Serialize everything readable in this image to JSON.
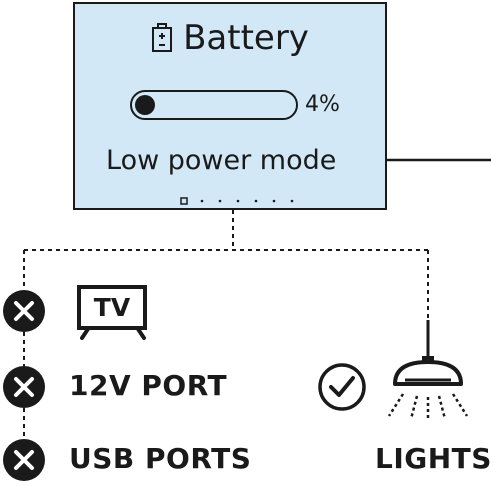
{
  "screen": {
    "title": "Battery",
    "title_icon": "battery-icon",
    "charge_level": 0.04,
    "charge_label": "4%",
    "mode": "Low power mode",
    "page_dots": {
      "count": 7,
      "active": 1
    },
    "background_color": "#d3e8f6"
  },
  "outputs": [
    {
      "label": "TV",
      "status": "off",
      "status_icon": "x-circle-icon"
    },
    {
      "label": "12V PORT",
      "status": "off",
      "status_icon": "x-circle-icon"
    },
    {
      "label": "USB PORTS",
      "status": "off",
      "status_icon": "x-circle-icon"
    },
    {
      "label": "LIGHTS",
      "status": "on",
      "status_icon": "check-circle-icon"
    }
  ],
  "icons": [
    "battery-icon",
    "arrow-left-icon",
    "tv-icon",
    "x-circle-icon",
    "check-circle-icon",
    "hanging-lamp-icon"
  ]
}
